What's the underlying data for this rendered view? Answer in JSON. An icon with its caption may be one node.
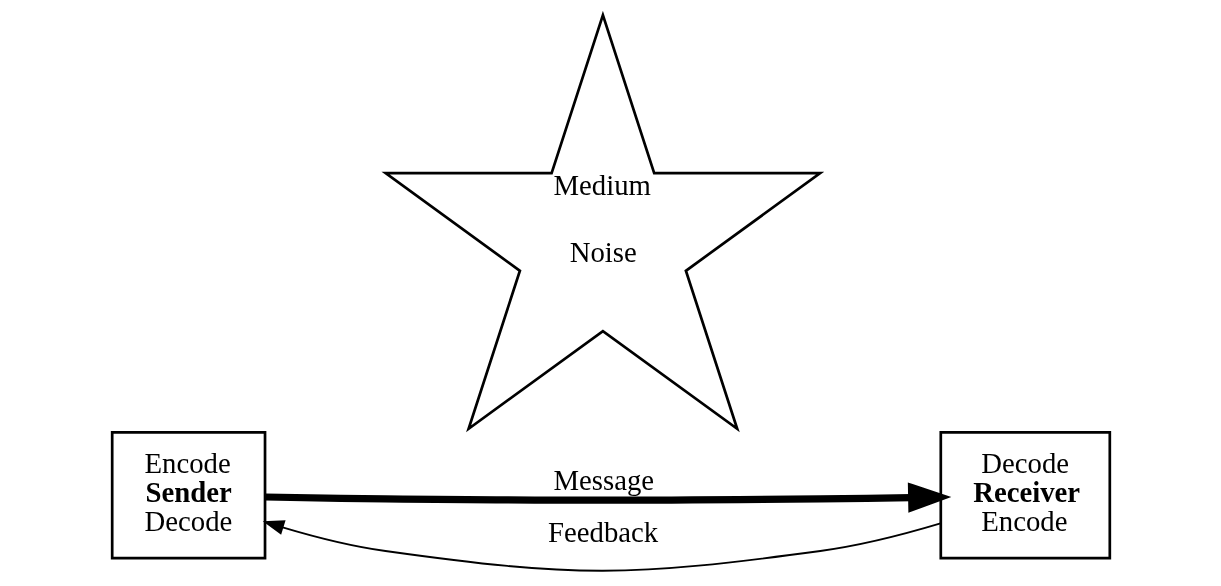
{
  "diagram": {
    "nodes": [
      {
        "text": [
          "Encode",
          "Sender",
          "Decode"
        ]
      },
      {
        "text": [
          "Medium",
          "Noise"
        ]
      },
      {
        "text": [
          "Decode",
          "Receiver",
          "Encode"
        ]
      }
    ],
    "edges": [
      {
        "from": 0,
        "to": 2,
        "arrow": "to",
        "style": "thick",
        "label": "Message"
      },
      {
        "from": 2,
        "to": 0,
        "arrow": "to",
        "label": "Feedback"
      }
    ]
  }
}
